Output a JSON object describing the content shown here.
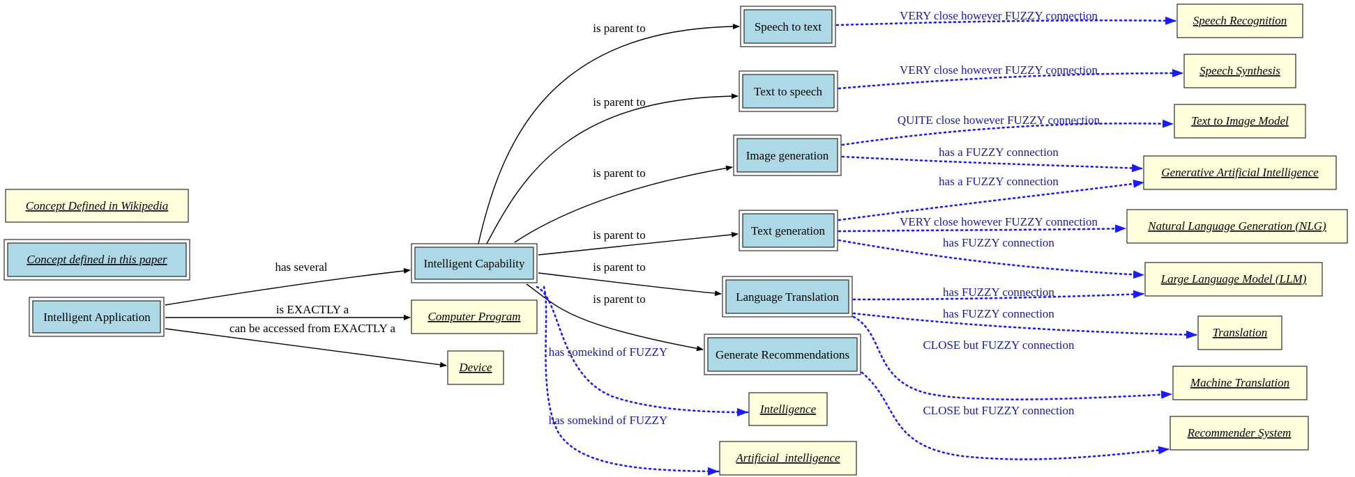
{
  "colors": {
    "paper_node_fill": "#add8e6",
    "wiki_node_fill": "#ffffdd",
    "solid_edge": "#000000",
    "fuzzy_edge": "#1a1aff",
    "fuzzy_label": "#1a1aa8"
  },
  "legend": {
    "wikipedia": "Concept Defined in Wikipedia",
    "paper": "Concept defined in this paper"
  },
  "nodes": {
    "intelligent_application": "Intelligent Application",
    "intelligent_capability": "Intelligent Capability",
    "computer_program": "Computer Program",
    "device": "Device",
    "speech_to_text": "Speech to text",
    "text_to_speech": "Text to speech",
    "image_generation": "Image generation",
    "text_generation": "Text generation",
    "language_translation": "Language Translation",
    "generate_recommendations": "Generate Recommendations",
    "intelligence": "Intelligence",
    "artificial_intelligence": "Artificial_intelligence",
    "speech_recognition": "Speech Recognition",
    "speech_synthesis": "Speech Synthesis",
    "text_to_image_model": "Text to Image Model",
    "generative_ai": "Generative Artificial Intelligence",
    "nlg": "Natural Language Generation (NLG)",
    "llm": "Large Language Model (LLM)",
    "translation": "Translation",
    "machine_translation": "Machine Translation",
    "recommender_system": "Recommender System"
  },
  "edge_labels": {
    "has_several": "has several",
    "is_exactly_a": "is EXACTLY a",
    "accessed_from": "can be accessed from EXACTLY a",
    "parent_speech_to_text": "is parent to",
    "parent_text_to_speech": "is parent to",
    "parent_image_generation": "is parent to",
    "parent_text_generation": "is parent to",
    "parent_language_translation": "is parent to",
    "parent_generate_recommendations": "is parent to",
    "fuzzy_intelligence": "has somekind of FUZZY",
    "fuzzy_artificial_intelligence": "has somekind of FUZZY",
    "stt_speech_recognition": "VERY close however FUZZY connection",
    "tts_speech_synthesis": "VERY close however FUZZY connection",
    "img_text_to_image": "QUITE close however FUZZY connection",
    "img_generative_ai": "has a FUZZY connection",
    "txt_generative_ai": "has a FUZZY connection",
    "txt_nlg": "VERY close however FUZZY connection",
    "txt_llm": "has FUZZY connection",
    "lt_llm": "has FUZZY connection",
    "lt_translation": "has FUZZY connection",
    "lt_machine_translation": "CLOSE but FUZZY connection",
    "rec_recommender_system": "CLOSE but FUZZY connection"
  }
}
